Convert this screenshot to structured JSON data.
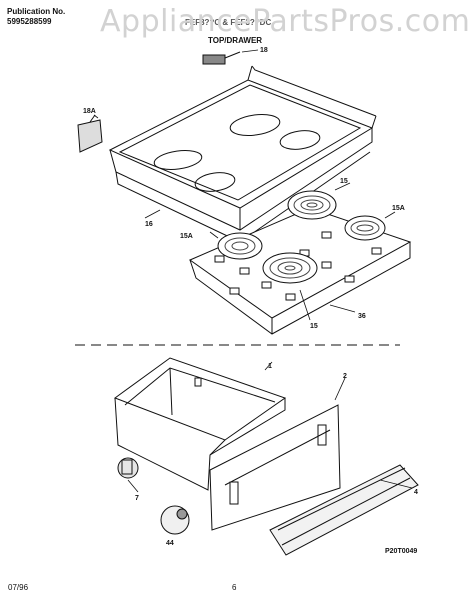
{
  "header": {
    "publication_label": "Publication No.",
    "publication_number": "5995288599",
    "model": "FEF3??C & FEF3??DC",
    "section_title": "TOP/DRAWER"
  },
  "watermark": "AppliancePartsPros.com",
  "callouts": {
    "c18": "18",
    "c18a": "18A",
    "c16": "16",
    "c15_top": "15",
    "c15a_right": "15A",
    "c15a_left": "15A",
    "c36": "36",
    "c15_bottom": "15",
    "c1": "1",
    "c2": "2",
    "c7": "7",
    "c4": "4",
    "c44": "44"
  },
  "diagram_code": "P20T0049",
  "footer": {
    "date": "07/96",
    "page": "6"
  }
}
